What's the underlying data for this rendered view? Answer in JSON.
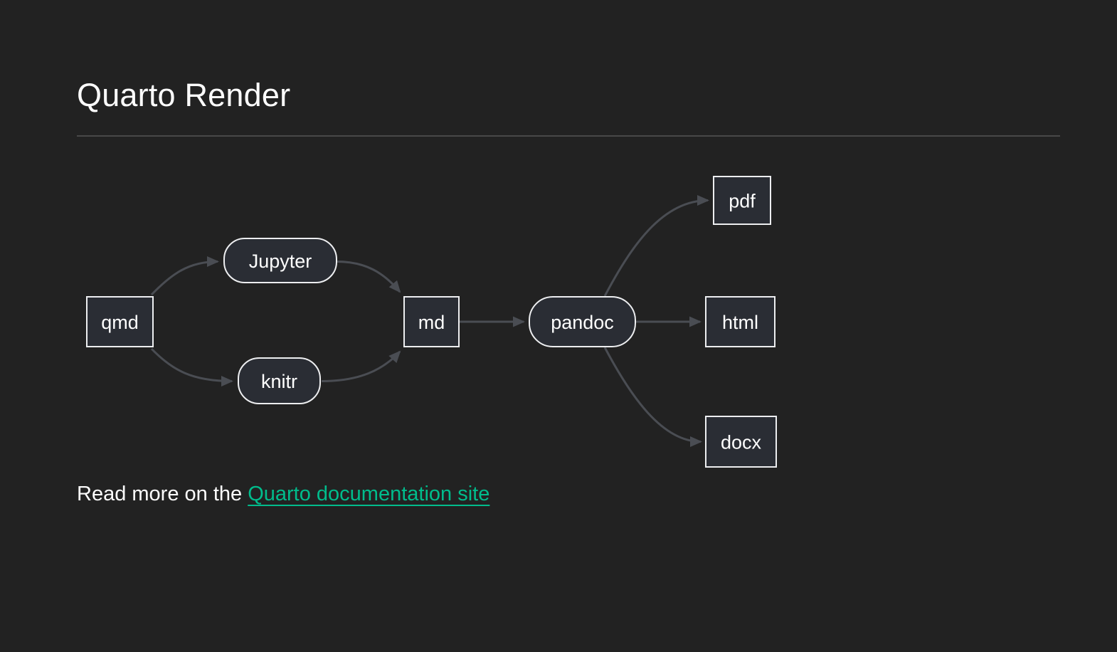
{
  "page": {
    "title": "Quarto Render",
    "background": "#222222"
  },
  "diagram": {
    "type": "flowchart",
    "direction": "left-to-right",
    "nodes": [
      {
        "id": "qmd",
        "label": "qmd",
        "shape": "rect"
      },
      {
        "id": "jupyter",
        "label": "Jupyter",
        "shape": "stadium"
      },
      {
        "id": "knitr",
        "label": "knitr",
        "shape": "stadium"
      },
      {
        "id": "md",
        "label": "md",
        "shape": "rect"
      },
      {
        "id": "pandoc",
        "label": "pandoc",
        "shape": "stadium"
      },
      {
        "id": "pdf",
        "label": "pdf",
        "shape": "rect"
      },
      {
        "id": "html",
        "label": "html",
        "shape": "rect"
      },
      {
        "id": "docx",
        "label": "docx",
        "shape": "rect"
      }
    ],
    "edges": [
      {
        "from": "qmd",
        "to": "jupyter"
      },
      {
        "from": "qmd",
        "to": "knitr"
      },
      {
        "from": "jupyter",
        "to": "md"
      },
      {
        "from": "knitr",
        "to": "md"
      },
      {
        "from": "md",
        "to": "pandoc"
      },
      {
        "from": "pandoc",
        "to": "pdf"
      },
      {
        "from": "pandoc",
        "to": "html"
      },
      {
        "from": "pandoc",
        "to": "docx"
      }
    ],
    "colors": {
      "node_fill": "#2a2d34",
      "node_border": "#edeef0",
      "edge": "#4a4d53",
      "label_text": "#ffffff"
    }
  },
  "footer": {
    "text_before_link": "Read more on the ",
    "link_label": "Quarto documentation site",
    "link_color": "#00bc8c"
  }
}
